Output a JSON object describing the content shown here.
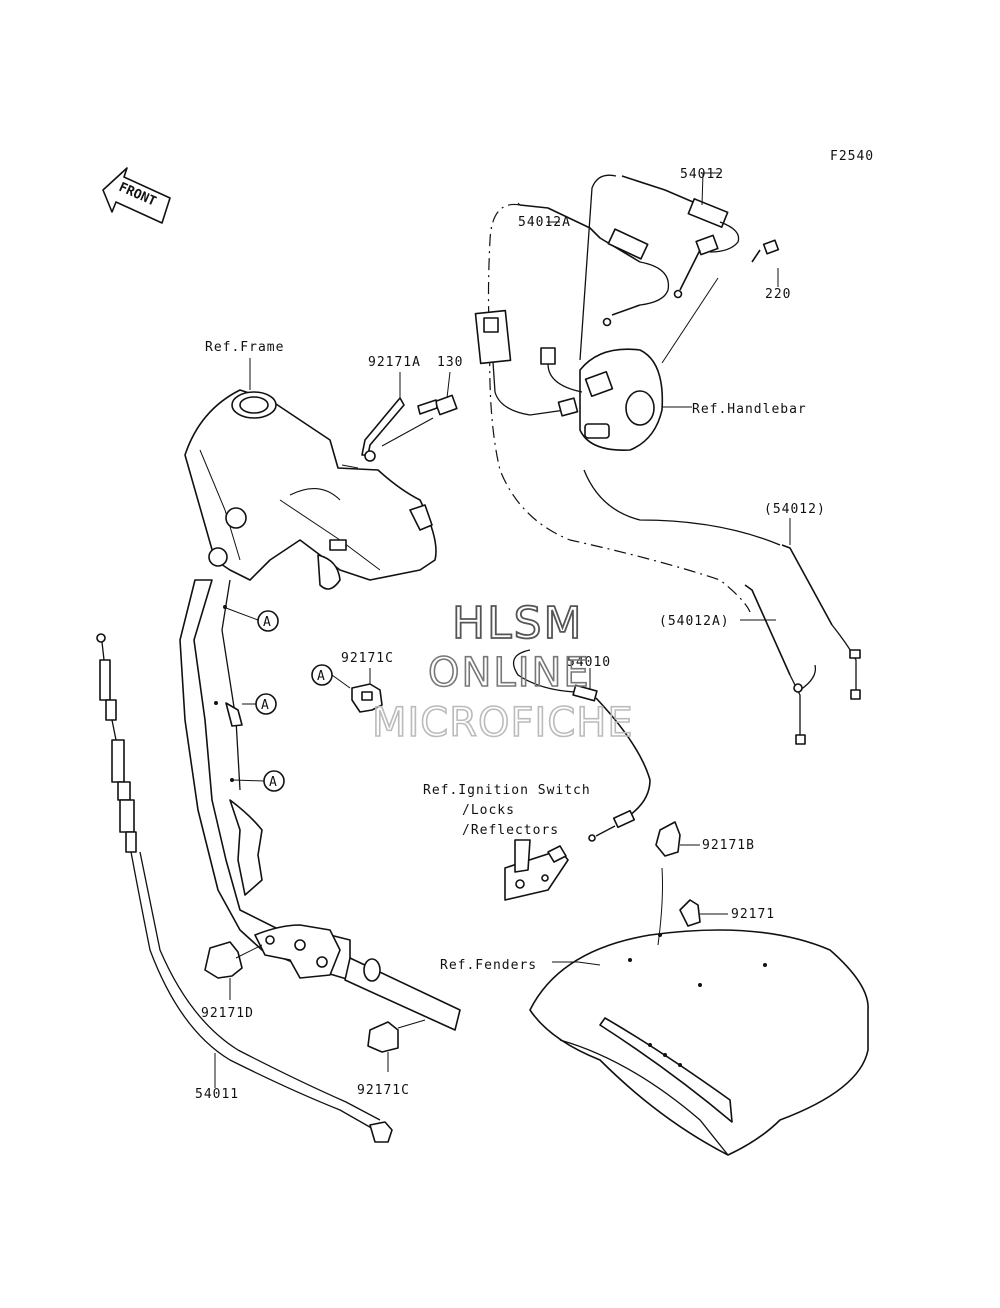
{
  "figure_code": "F2540",
  "front_label": "FRONT",
  "labels": {
    "p54012": "54012",
    "p54012A": "54012A",
    "p220": "220",
    "ref_frame": "Ref.Frame",
    "p92171A": "92171A",
    "p130": "130",
    "ref_handlebar": "Ref.Handlebar",
    "p54012_ref": "(54012)",
    "p54012A_ref": "(54012A)",
    "p92171C_top": "92171C",
    "p54010": "54010",
    "ref_ignition_1": "Ref.Ignition Switch",
    "ref_ignition_2": "/Locks",
    "ref_ignition_3": "/Reflectors",
    "p92171B": "92171B",
    "p92171": "92171",
    "ref_fenders": "Ref.Fenders",
    "p92171D": "92171D",
    "p54011": "54011",
    "p92171C_bottom": "92171C",
    "callout_a": "A"
  },
  "watermark": {
    "line1": "HLSM",
    "line2": "ONLINE",
    "line3": "MICROFICHE"
  }
}
